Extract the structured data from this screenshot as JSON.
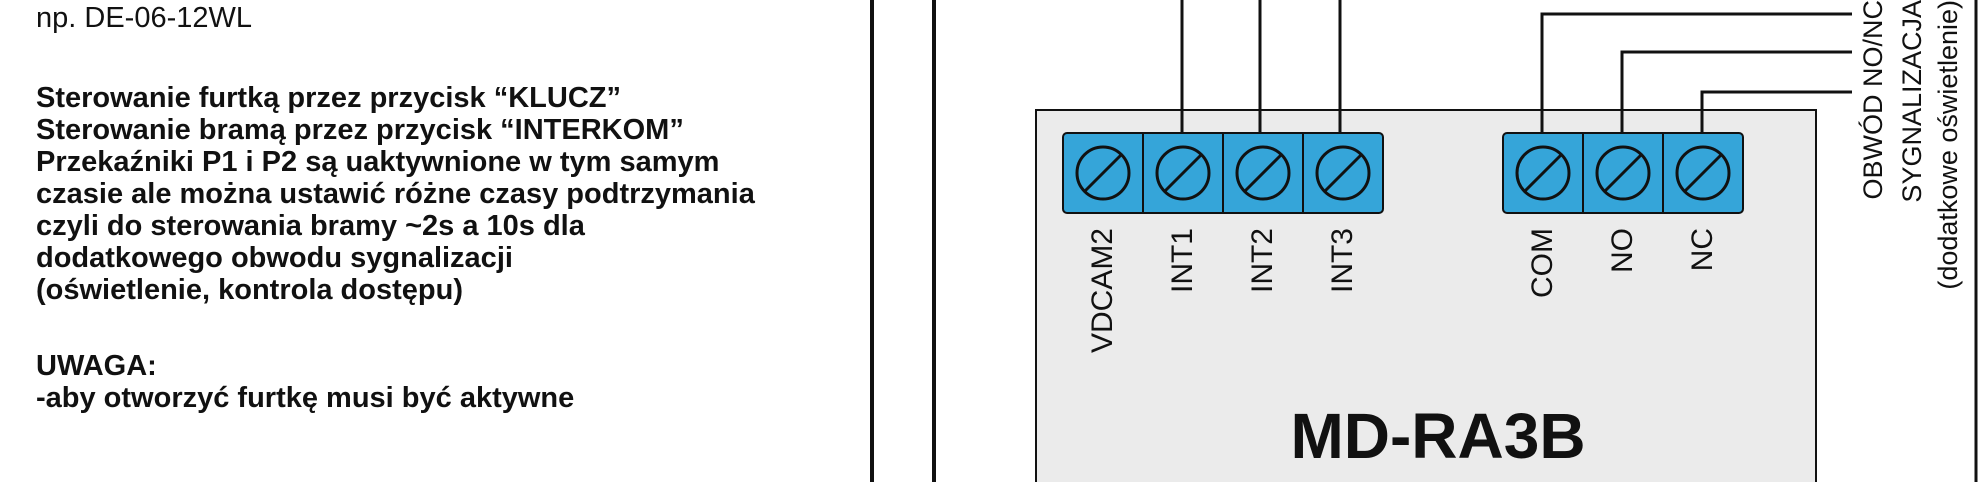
{
  "notes": {
    "top_lines": [
      "np. DE-06-12WL"
    ],
    "paragraph1": [
      "Sterowanie furtką przez przycisk “KLUCZ”",
      "Sterowanie bramą przez przycisk “INTERKOM”",
      "Przekaźniki P1 i P2 są uaktywnione w tym samym",
      "czasie ale można ustawić różne czasy podtrzymania",
      "czyli do sterowania bramy ~2s a 10s dla",
      "dodatkowego obwodu sygnalizacji",
      "(oświetlenie, kontrola dostępu)"
    ],
    "warning_title": "UWAGA:",
    "warning_lines": [
      "-aby otworzyć furtkę musi być aktywne"
    ]
  },
  "module": {
    "name": "MD-RA3B",
    "terminals_left": [
      "VDCAM2",
      "INT1",
      "INT2",
      "INT3"
    ],
    "terminals_right": [
      "COM",
      "NO",
      "NC"
    ]
  },
  "side_labels": [
    "OBWÓD NO/NC",
    "SYGNALIZACJA",
    "(dodatkowe oświetlenie)"
  ],
  "colors": {
    "terminal": "#35a5d9",
    "module": "#ebebeb",
    "ink": "#111111"
  }
}
